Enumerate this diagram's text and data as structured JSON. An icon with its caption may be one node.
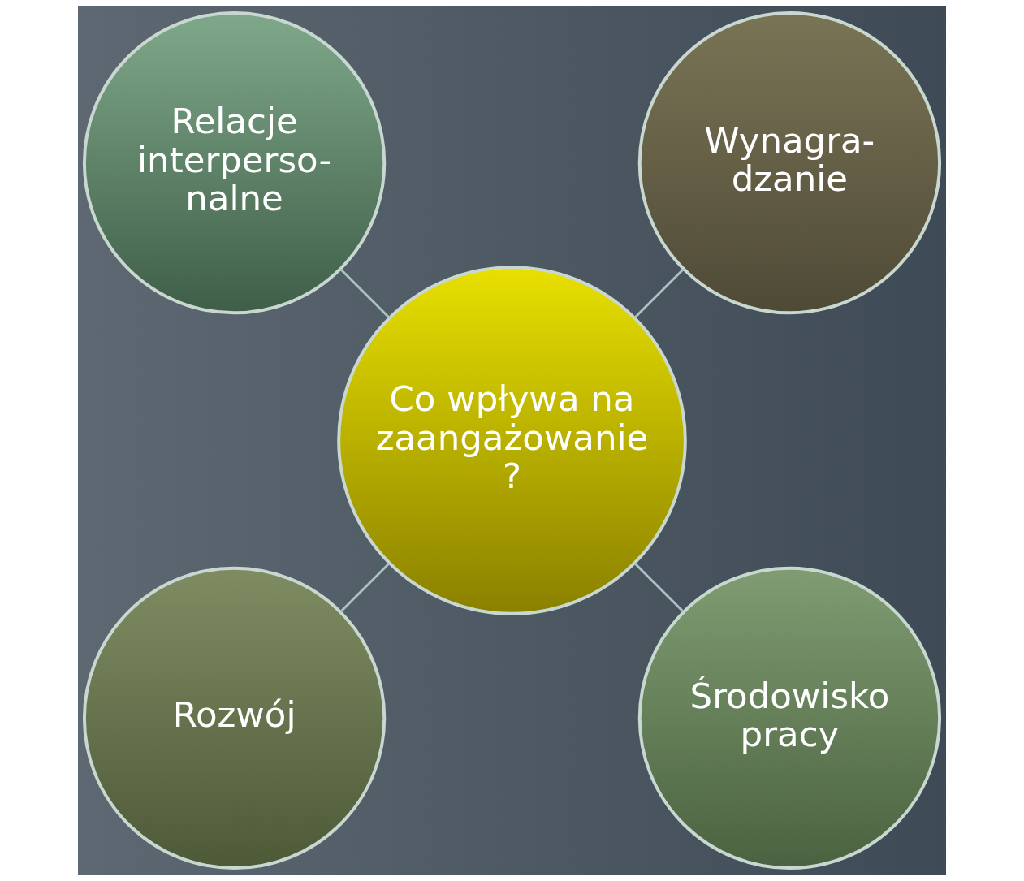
{
  "diagram": {
    "nodes": [
      {
        "text": [
          "Wynagra- dzanie"
        ]
      },
      {
        "text": [
          "Relacje interperso- nalne"
        ]
      },
      {
        "text": [
          "Co wpływa na zaangażowanie ?"
        ]
      },
      {
        "text": [
          "Rozwój"
        ]
      },
      {
        "text": [
          "Środowisko pracy"
        ]
      }
    ],
    "edges": [
      {
        "from": 2,
        "to": 0,
        "arrow": "none"
      },
      {
        "from": 2,
        "to": 1,
        "arrow": "none"
      },
      {
        "from": 2,
        "to": 3,
        "arrow": "none"
      },
      {
        "from": 2,
        "to": 4,
        "arrow": "none"
      }
    ]
  }
}
